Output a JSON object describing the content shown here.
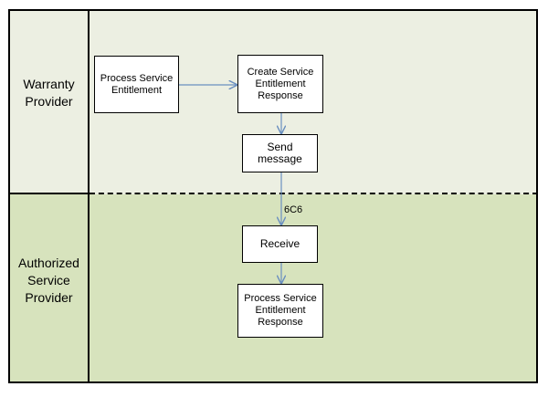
{
  "lanes": {
    "top_label": "Warranty\nProvider",
    "bottom_label": "Authorized\nService\nProvider"
  },
  "nodes": {
    "process_service_entitlement": "Process Service Entitlement",
    "create_response": "Create  Service Entitlement Response",
    "send_message": "Send message",
    "receive": "Receive",
    "process_response": "Process Service Entitlement Response"
  },
  "edges": {
    "message_label": "6C6"
  },
  "colors": {
    "top_lane": "#ecefe2",
    "bottom_lane": "#d7e3bd",
    "arrow": "#6a8fc0"
  }
}
